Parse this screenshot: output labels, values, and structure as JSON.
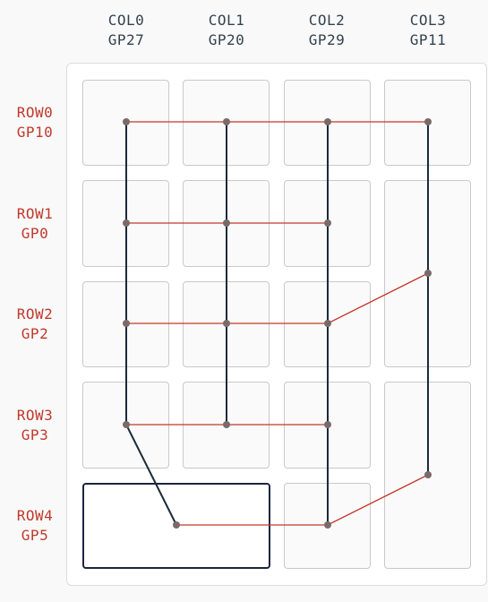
{
  "columns": [
    {
      "name": "COL0",
      "pin": "GP27"
    },
    {
      "name": "COL1",
      "pin": "GP20"
    },
    {
      "name": "COL2",
      "pin": "GP29"
    },
    {
      "name": "COL3",
      "pin": "GP11"
    }
  ],
  "rows": [
    {
      "name": "ROW0",
      "pin": "GP10"
    },
    {
      "name": "ROW1",
      "pin": "GP0"
    },
    {
      "name": "ROW2",
      "pin": "GP2"
    },
    {
      "name": "ROW3",
      "pin": "GP3"
    },
    {
      "name": "ROW4",
      "pin": "GP5"
    }
  ],
  "colors": {
    "row_wire": "#c0392b",
    "col_wire": "#1b2a3a",
    "node": "#7a6a6a",
    "selected_key_border": "#1b2540",
    "column_label": "#34424f",
    "row_label": "#c0392b"
  }
}
